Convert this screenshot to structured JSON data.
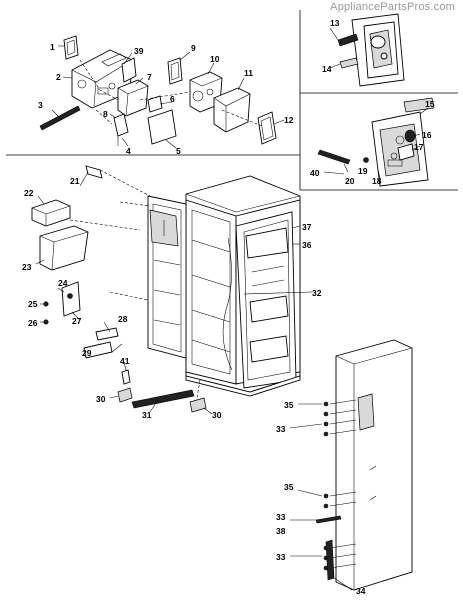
{
  "watermark": "AppliancePartsPros.com",
  "callouts": {
    "c1": "1",
    "c2": "2",
    "c3": "3",
    "c4": "4",
    "c5": "5",
    "c6": "6",
    "c7": "7",
    "c8": "8",
    "c9": "9",
    "c10": "10",
    "c11": "11",
    "c12": "12",
    "c13": "13",
    "c14": "14",
    "c15": "15",
    "c16": "16",
    "c17": "17",
    "c18": "18",
    "c19": "19",
    "c20": "20",
    "c21": "21",
    "c22": "22",
    "c23": "23",
    "c24": "24",
    "c25": "25",
    "c26": "26",
    "c27": "27",
    "c28": "28",
    "c29": "29",
    "c30a": "30",
    "c30b": "30",
    "c31": "31",
    "c32": "32",
    "c33a": "33",
    "c33b": "33",
    "c33c": "33",
    "c34": "34",
    "c35a": "35",
    "c35b": "35",
    "c36": "36",
    "c37": "37",
    "c38": "38",
    "c39": "39",
    "c40": "40",
    "c41": "41"
  }
}
